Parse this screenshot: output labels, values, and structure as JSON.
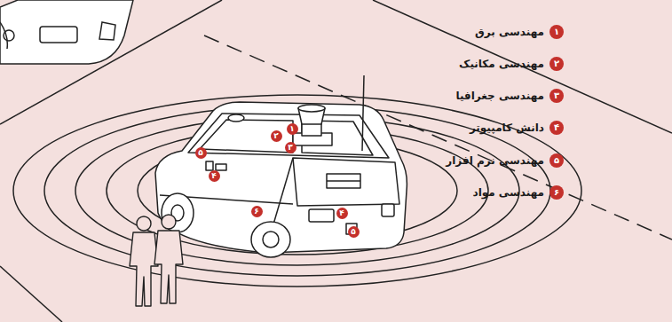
{
  "diagram": {
    "labels": [
      "۱",
      "۲",
      "۳",
      "۵",
      "۴",
      "۶",
      "۴",
      "۵",
      "۱",
      "۲",
      "۳",
      "۴",
      "۵",
      "۶"
    ],
    "legend": [
      {
        "text": "مهندسی برق",
        "color": "#c4302b"
      },
      {
        "text": "مهندسی مکانیک",
        "color": "#c4302b"
      },
      {
        "text": "مهندسی جغرافیا",
        "color": "#c4302b"
      },
      {
        "text": "دانش کامپیوتر",
        "color": "#c4302b"
      },
      {
        "text": "مهندسی نرم افزار",
        "color": "#c4302b"
      },
      {
        "text": "مهندسی مواد",
        "color": "#c4302b"
      }
    ]
  }
}
